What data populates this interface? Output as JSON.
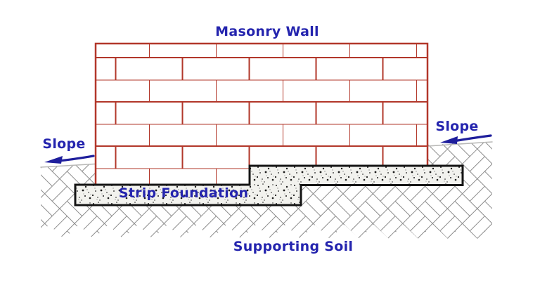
{
  "labels": {
    "masonry_wall": "Masonry Wall",
    "strip_foundation": "Strip Foundation",
    "supporting_soil": "Supporting Soil",
    "slope_left": "Slope",
    "slope_right": "Slope"
  },
  "colors": {
    "label-blue": "#2424ae",
    "arrow-blue": "#1e1e9c",
    "brick-red": "#b2372a",
    "soil-line": "#8c8c8c",
    "surface-line": "#b8b8b6",
    "foundation-border": "#141414",
    "foundation-fill": "#f2f2ee",
    "stipple-dot": "#1c1c1c",
    "stipple-dot-light": "#8a8a8a",
    "background": "#ffffff"
  }
}
